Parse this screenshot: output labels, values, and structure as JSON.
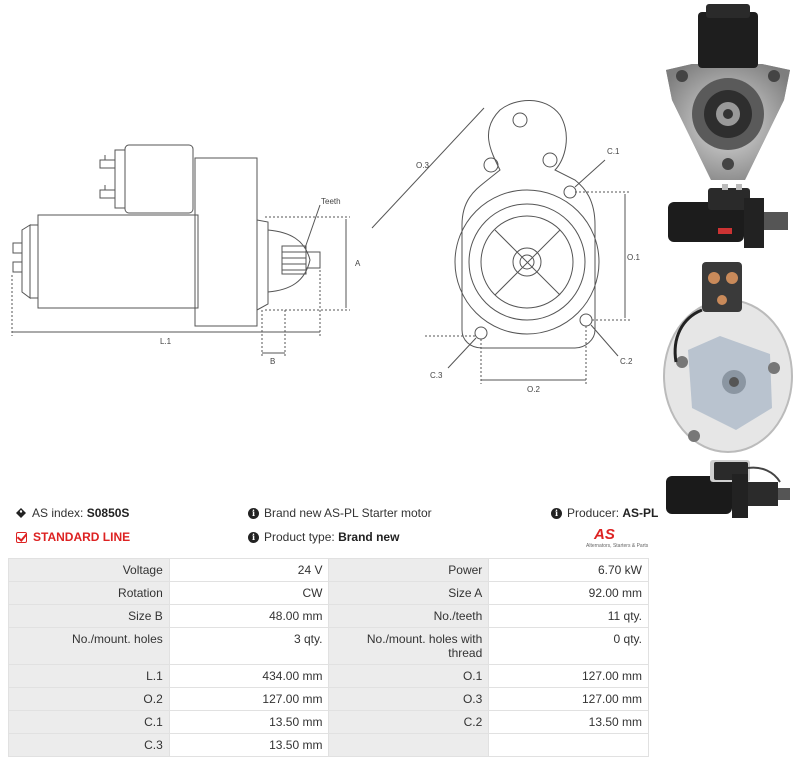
{
  "drawing_labels": {
    "teeth": "Teeth",
    "a": "A",
    "b": "B",
    "l1": "L.1",
    "o3": "O.3",
    "c1": "C.1",
    "o1": "O.1",
    "c2": "C.2",
    "c3": "C.3",
    "o2": "O.2"
  },
  "info": {
    "as_index_label": "AS index:",
    "as_index_value": "S0850S",
    "description": "Brand new AS-PL Starter motor",
    "producer_label": "Producer:",
    "producer_value": "AS-PL",
    "standard_line": "STANDARD LINE",
    "product_type_label": "Product type:",
    "product_type_value": "Brand new"
  },
  "logo": {
    "mark": "AS",
    "tagline": "Alternators, Starters & Parts"
  },
  "specs": [
    [
      "Voltage",
      "24 V",
      "Power",
      "6.70 kW"
    ],
    [
      "Rotation",
      "CW",
      "Size A",
      "92.00 mm"
    ],
    [
      "Size B",
      "48.00 mm",
      "No./teeth",
      "11 qty."
    ],
    [
      "No./mount. holes",
      "3 qty.",
      "No./mount. holes with thread",
      "0 qty."
    ],
    [
      "L.1",
      "434.00 mm",
      "O.1",
      "127.00 mm"
    ],
    [
      "O.2",
      "127.00 mm",
      "O.3",
      "127.00 mm"
    ],
    [
      "C.1",
      "13.50 mm",
      "C.2",
      "13.50 mm"
    ],
    [
      "C.3",
      "13.50 mm",
      "",
      ""
    ]
  ],
  "colors": {
    "accent_red": "#dd2222",
    "label_cell_bg": "#ececec",
    "line_drawing": "#555555"
  }
}
